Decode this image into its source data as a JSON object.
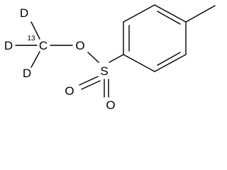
{
  "molecule": {
    "atoms": {
      "d_top": "D",
      "d_left": "D",
      "d_bottom": "D",
      "isotope_mass": "13",
      "methyl_carbon": "C",
      "ester_oxygen": "O",
      "sulfur": "S",
      "oxo_oxygen_left": "O",
      "oxo_oxygen_right": "O"
    }
  },
  "colors": {
    "ink": "#000000",
    "background": "#ffffff"
  }
}
